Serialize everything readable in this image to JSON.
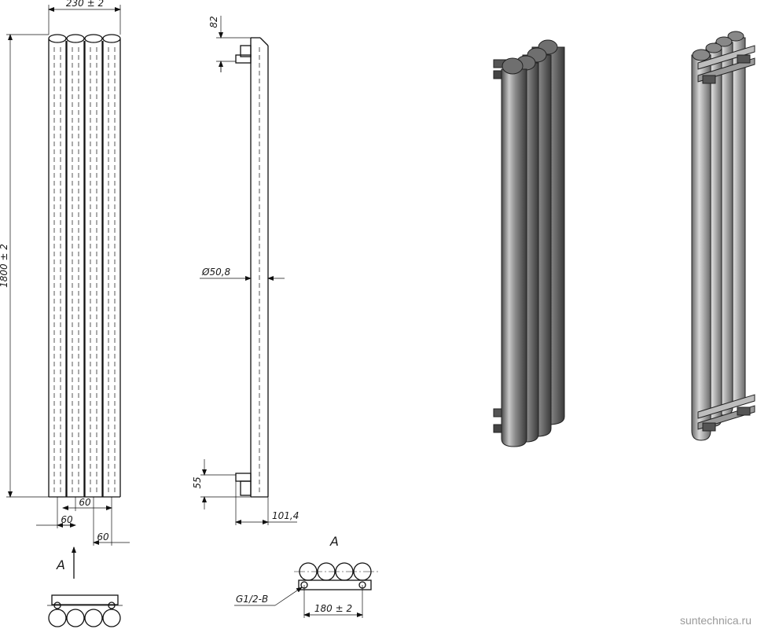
{
  "dimensions": {
    "width_total": "230 ± 2",
    "height_total": "1800 ± 2",
    "top_offset": "82",
    "bottom_offset": "55",
    "tube_diameter": "Ø50,8",
    "depth": "101,4",
    "pitch_a": "60",
    "pitch_b": "60",
    "pitch_c": "60",
    "connection_spacing": "180 ± 2"
  },
  "labels": {
    "view_arrow": "A",
    "view_title": "A",
    "thread": "G1/2-B"
  },
  "watermark": "suntechnica.ru"
}
